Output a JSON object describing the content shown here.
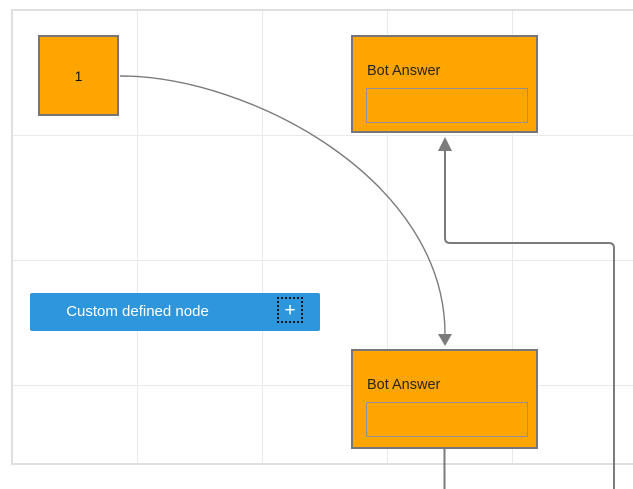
{
  "colors": {
    "node_orange": "#ffa502",
    "node_border": "#767676",
    "custom_blue": "#2e96dc",
    "connector_gray": "#7b7b7b",
    "grid_line": "#e9e9e9",
    "canvas_border": "#dfdfdf"
  },
  "nodes": {
    "start_node": {
      "label": "1"
    },
    "bot_answer_top": {
      "title": "Bot Answer",
      "input_value": ""
    },
    "bot_answer_bottom": {
      "title": "Bot Answer",
      "input_value": ""
    },
    "custom_node": {
      "label": "Custom defined node",
      "add_icon": "+"
    }
  }
}
